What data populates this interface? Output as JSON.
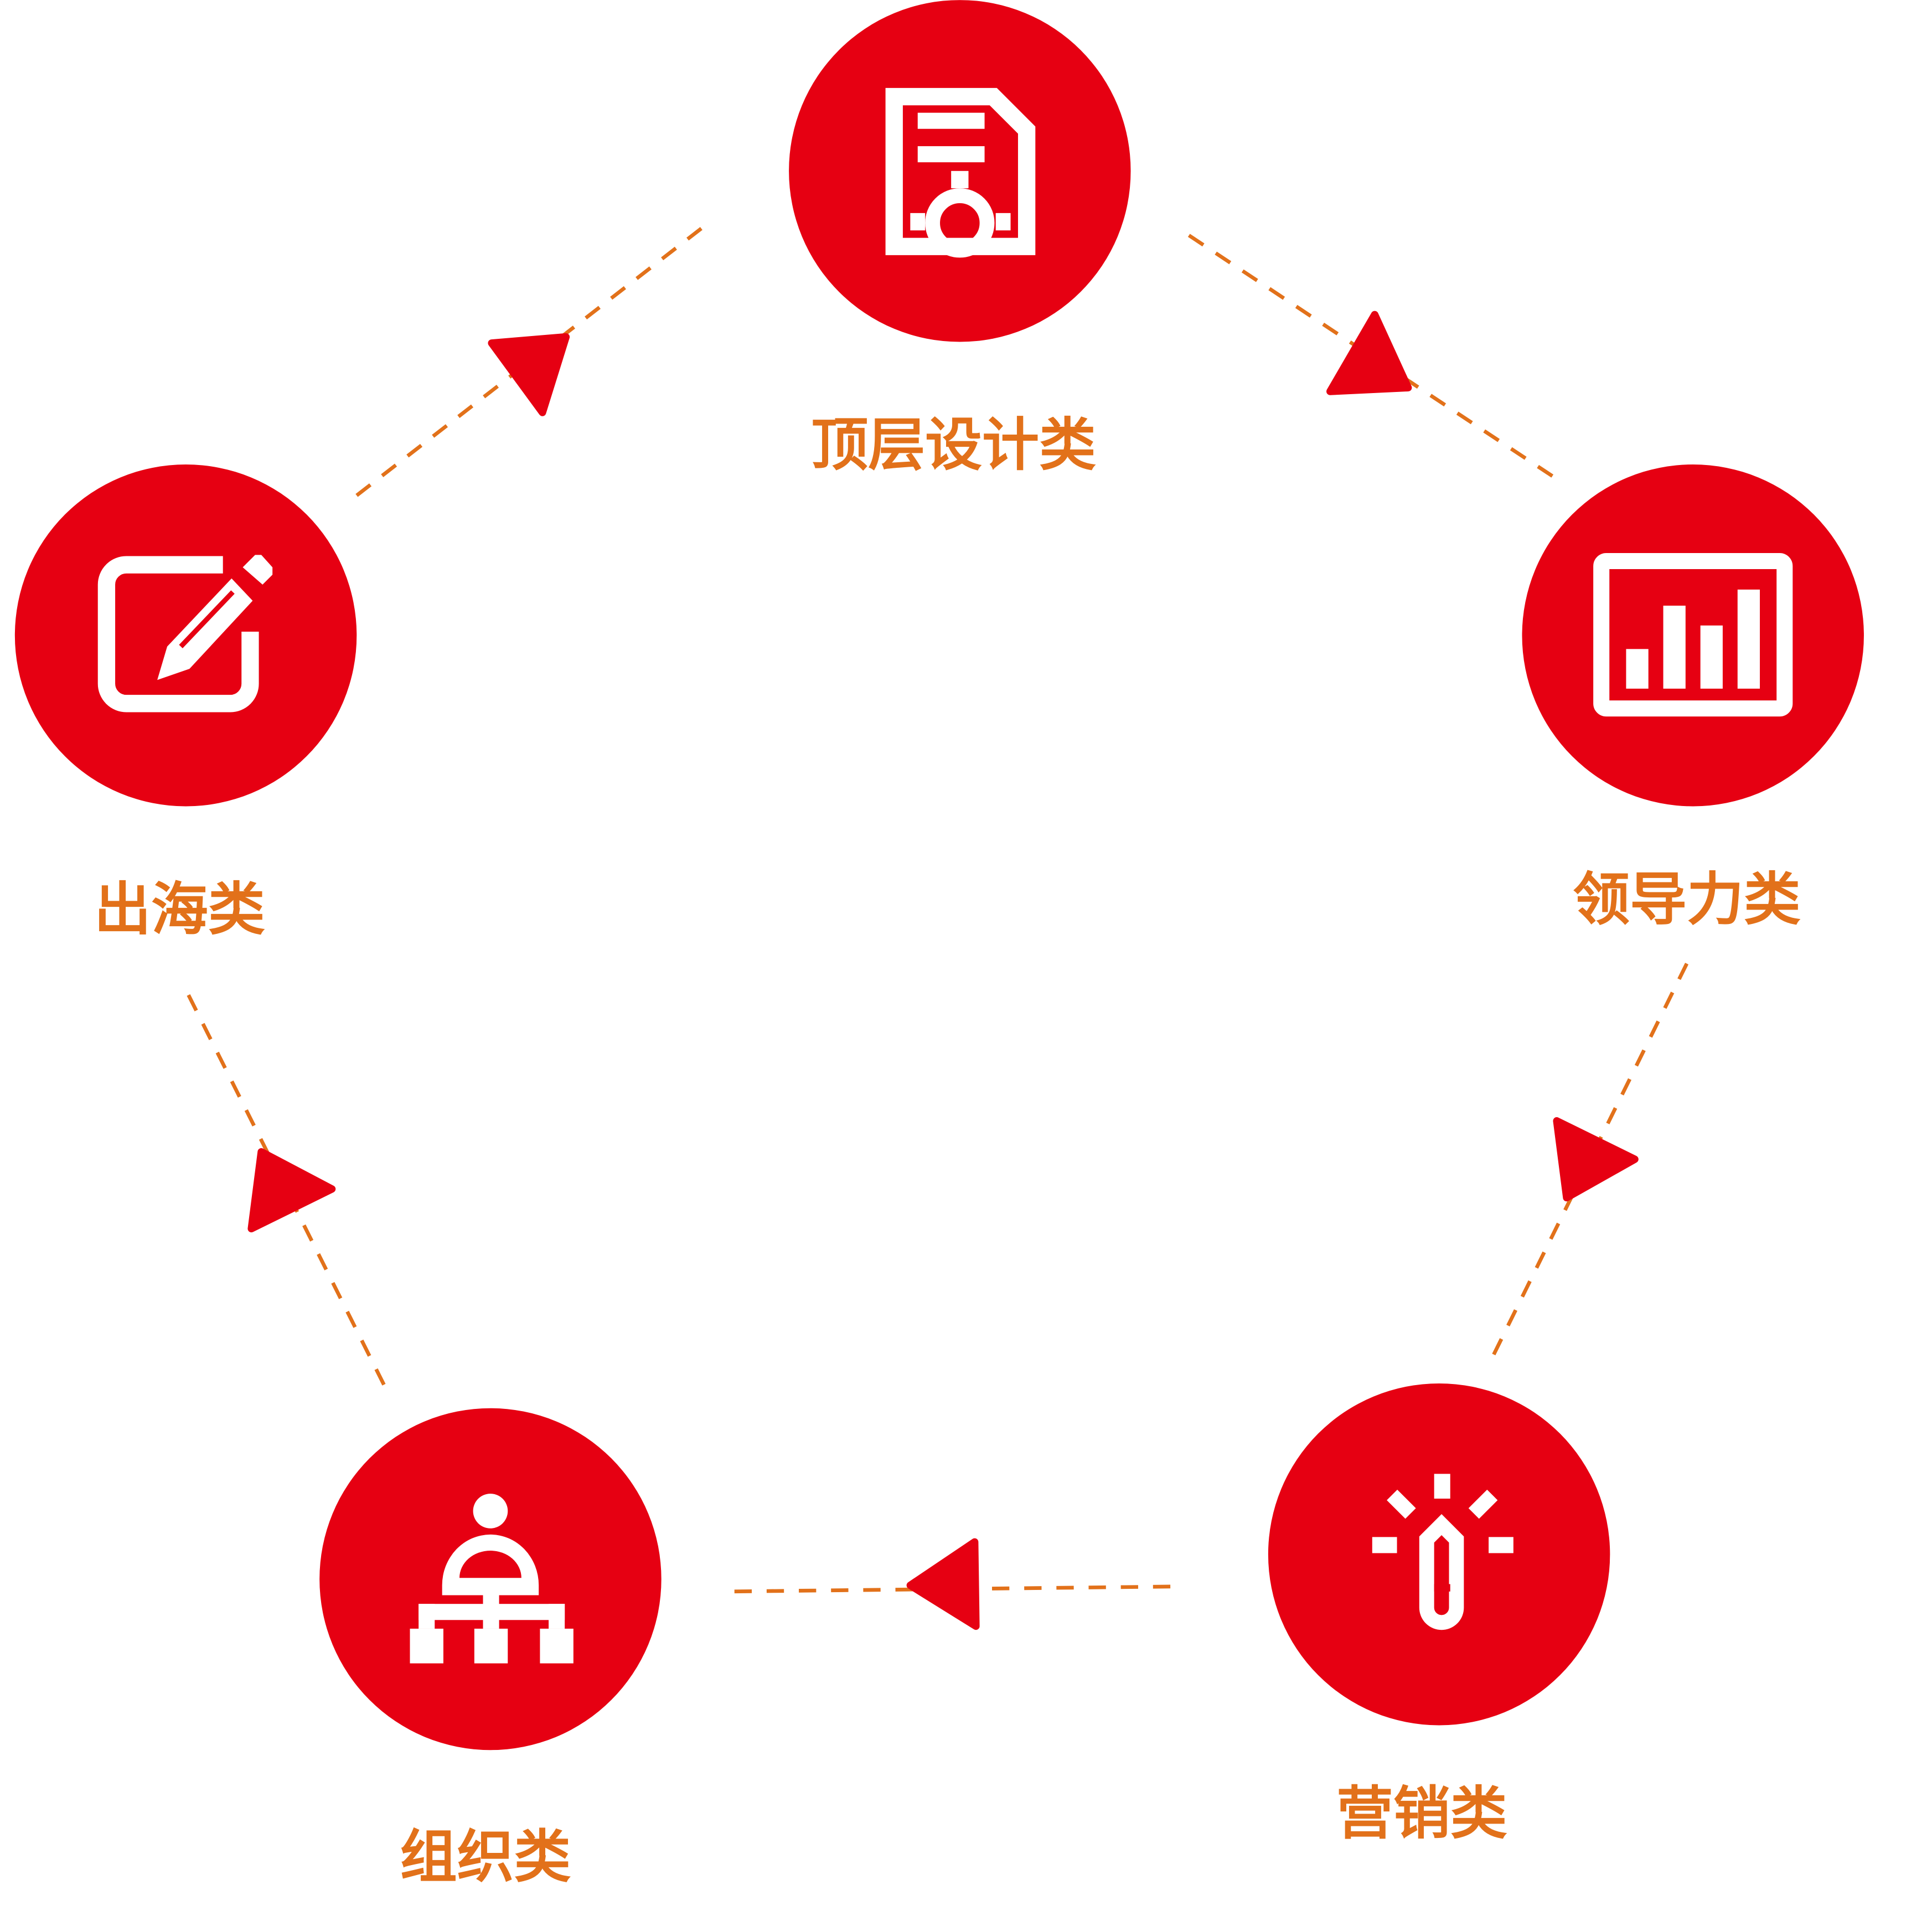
{
  "diagram": {
    "colors": {
      "circle": "#E60012",
      "label": "#E2711A",
      "connector": "#E2711A"
    },
    "nodes": [
      {
        "id": "top-design",
        "label": "顶层设计类",
        "icon": "document-gear-icon"
      },
      {
        "id": "leadership",
        "label": "领导力类",
        "icon": "bar-chart-icon"
      },
      {
        "id": "marketing",
        "label": "营销类",
        "icon": "lightbulb-icon"
      },
      {
        "id": "organization",
        "label": "组织类",
        "icon": "org-chart-icon"
      },
      {
        "id": "overseas",
        "label": "出海类",
        "icon": "edit-icon"
      }
    ],
    "flow": "clockwise"
  }
}
